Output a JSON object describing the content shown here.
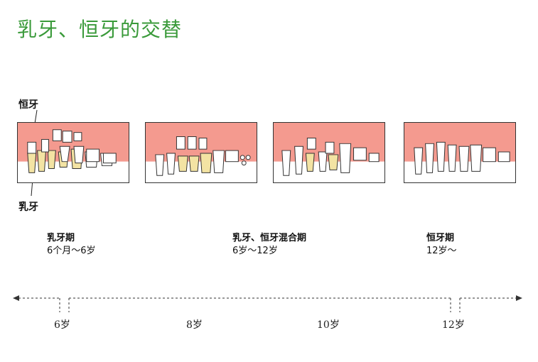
{
  "title": "乳牙、恒牙的交替",
  "labels": {
    "permanent": "恒牙",
    "primary": "乳牙"
  },
  "stages": [
    {
      "name": "乳牙期",
      "range": "6个月～6岁"
    },
    {
      "name": "乳牙、恒牙混合期",
      "range": "6岁～12岁"
    },
    {
      "name": "恒牙期",
      "range": "12岁～"
    }
  ],
  "ticks": [
    "6岁",
    "8岁",
    "10岁",
    "12岁"
  ],
  "colors": {
    "title": "#3a9a3a",
    "gum": "#f49a8f",
    "primary_tooth": "#f3e3a3",
    "permanent_tooth": "#ffffff"
  }
}
